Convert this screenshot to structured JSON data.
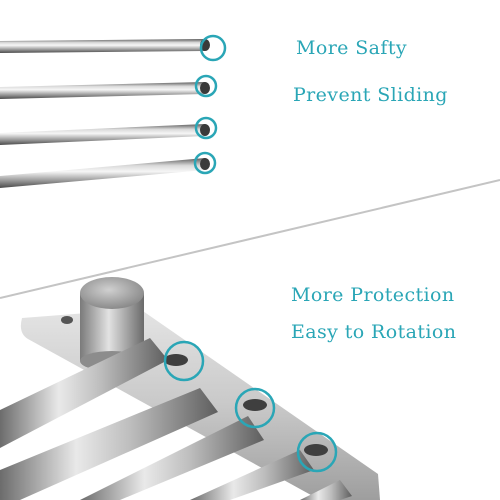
{
  "captions": {
    "top_line1": "More Safty",
    "top_line2": "Prevent Sliding",
    "bottom_line1": "More Protection",
    "bottom_line2": "Easy to Rotation"
  },
  "colors": {
    "accent": "#2aa6b6",
    "background": "#ffffff",
    "divider": "#c4c4c4"
  }
}
